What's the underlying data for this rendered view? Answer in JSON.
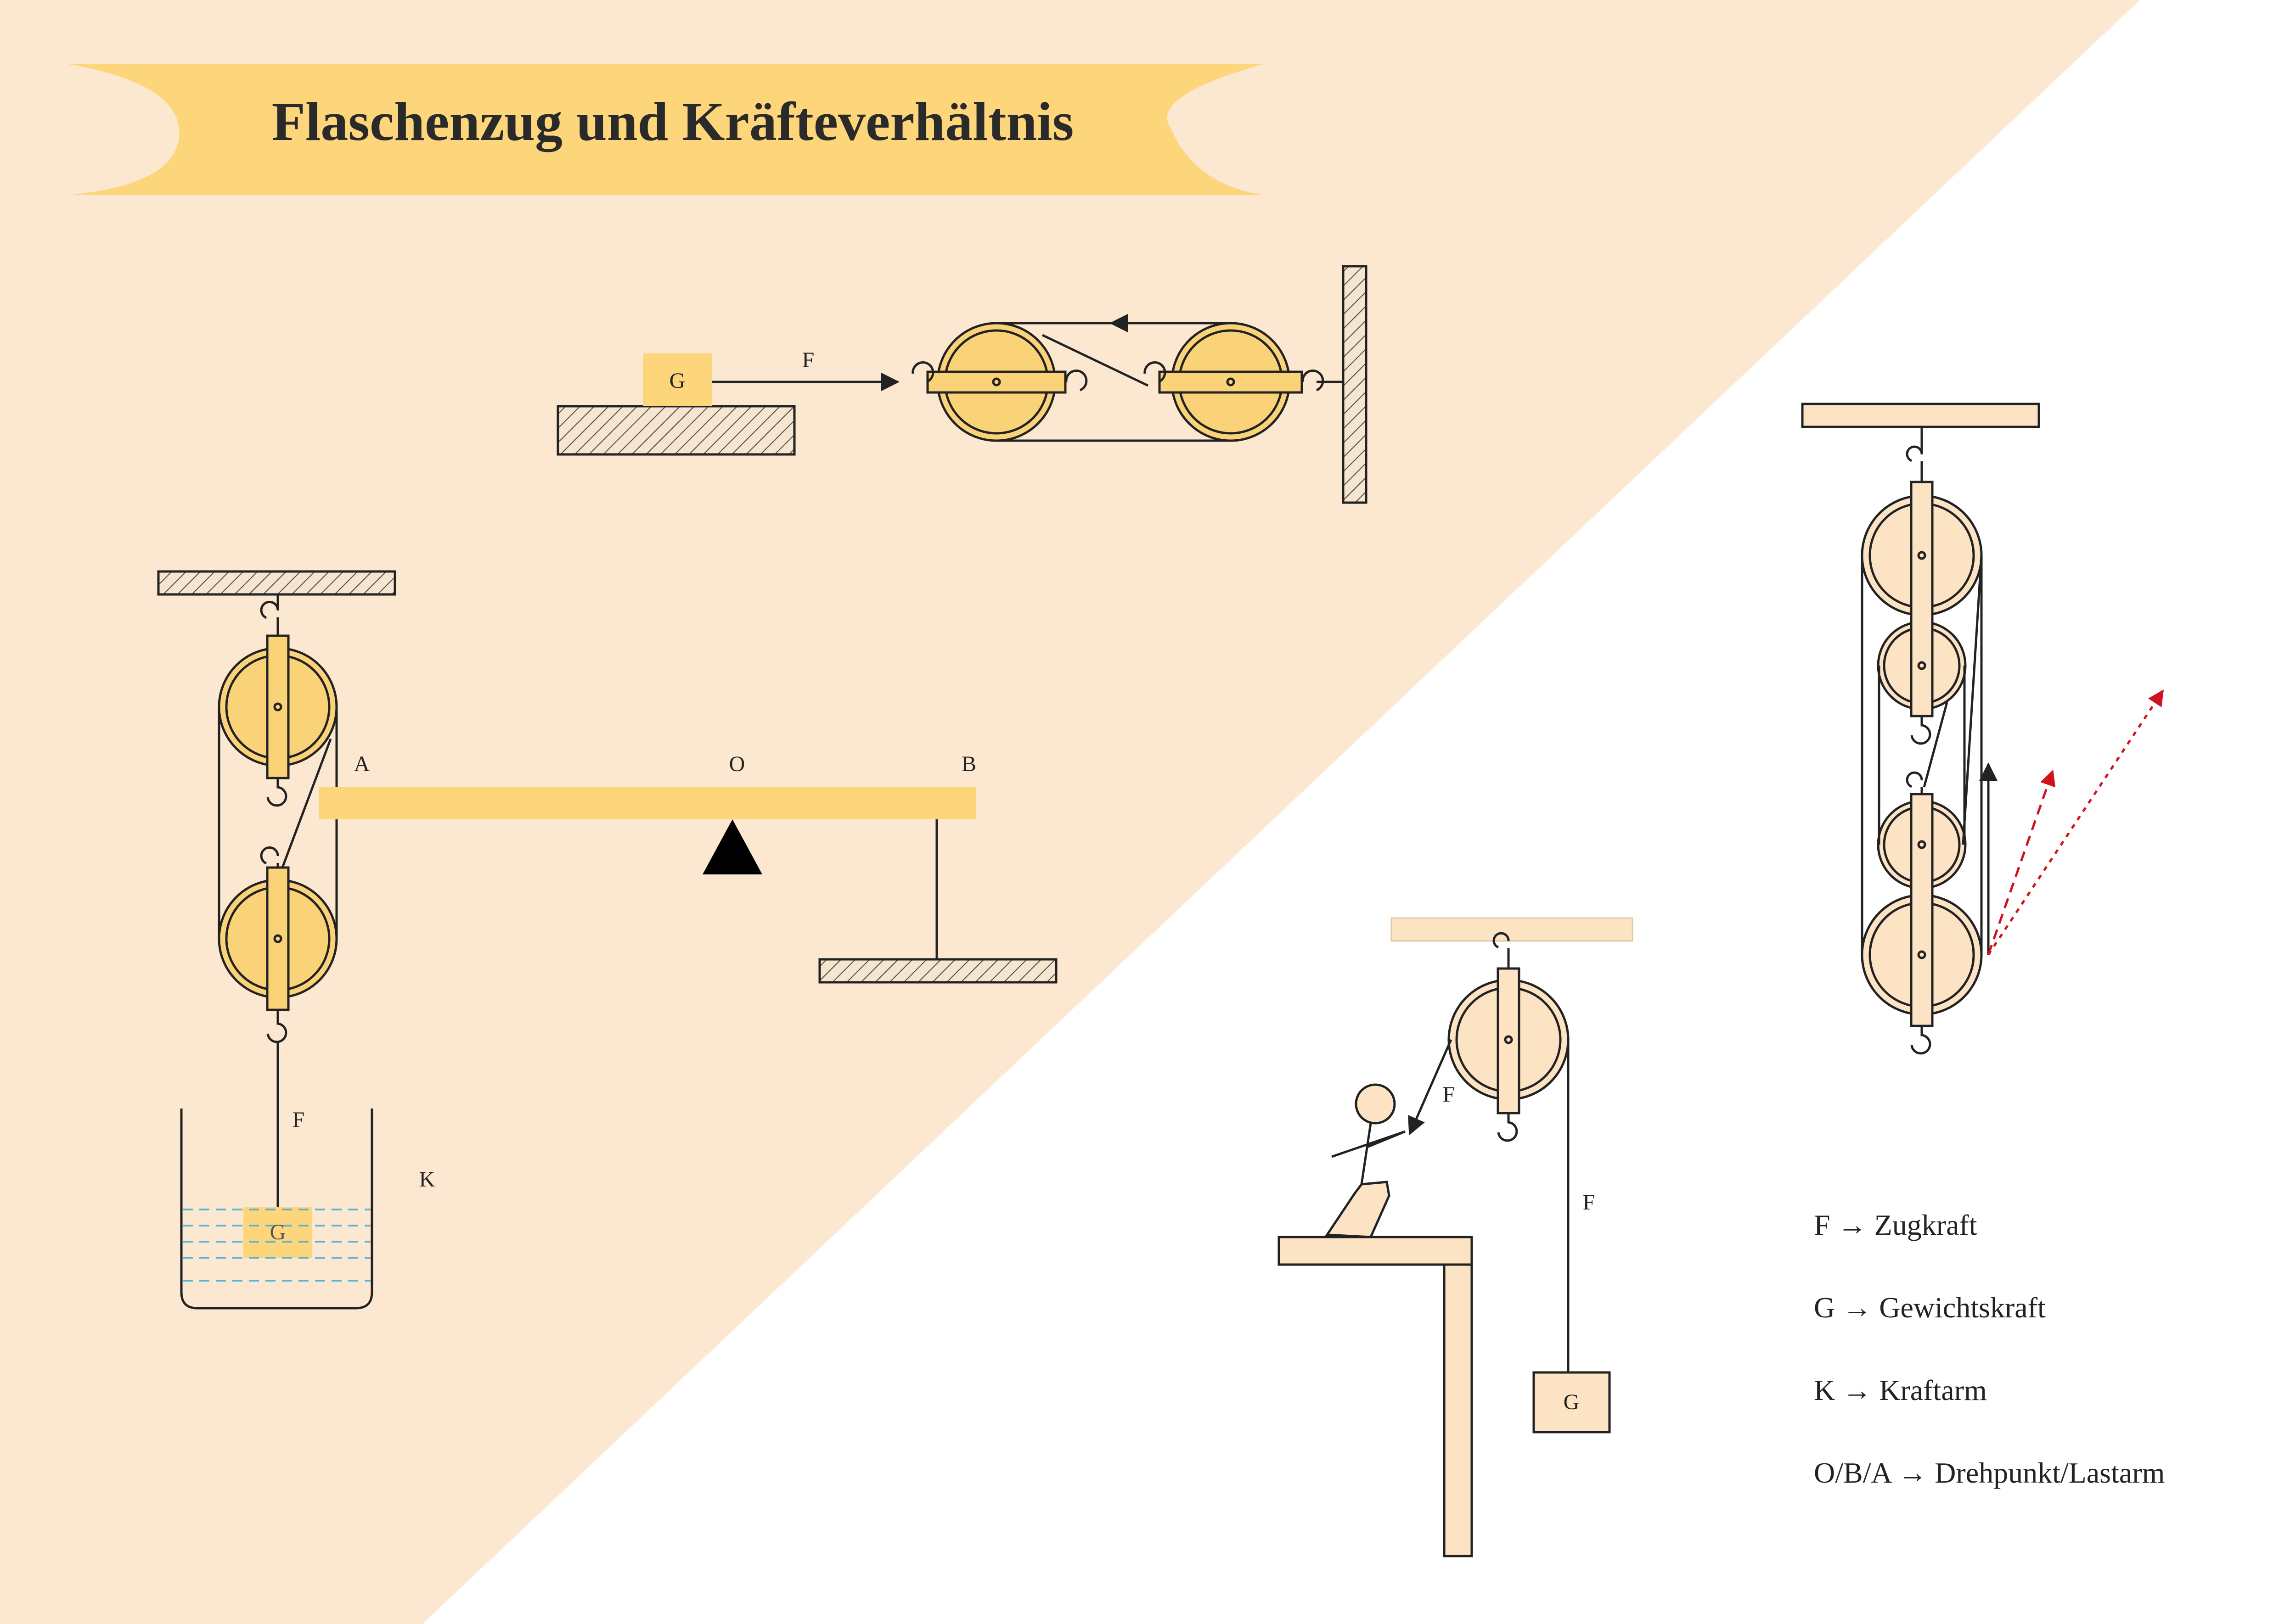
{
  "title": "Flaschenzug und Kräfteverhältnis",
  "colors": {
    "background_triangle": "#FCE8D0",
    "banner": "#FDD57A",
    "pulley_fill": "#FAD379",
    "pulley_fill_light": "#FBE3C3",
    "lever": "#FDD57A",
    "water_line": "#5AB4D6",
    "red_arrow": "#D0121E",
    "line": "#222222"
  },
  "diagram_top": {
    "block_label": "G",
    "force_label": "F"
  },
  "diagram_lever": {
    "label_a": "A",
    "label_o": "O",
    "label_b": "B"
  },
  "diagram_tank": {
    "force_label": "F",
    "container_label": "K",
    "block_label": "G"
  },
  "diagram_person": {
    "force_label_1": "F",
    "force_label_2": "F",
    "block_label": "G"
  },
  "legend": [
    {
      "text": "F → Zugkraft"
    },
    {
      "text": "G → Gewichtskraft"
    },
    {
      "text": "K → Kraftarm"
    },
    {
      "text": "O/B/A → Drehpunkt/Lastarm"
    }
  ]
}
